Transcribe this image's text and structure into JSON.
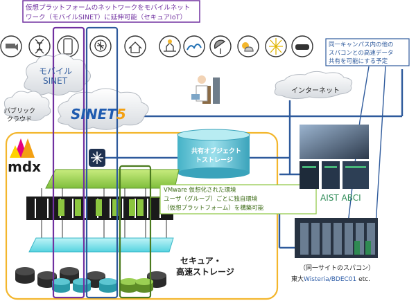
{
  "header": {
    "line1": "仮想プラットフォームのネットワークをモバイルネット",
    "line2": "ワーク（モバイルSINET）に延伸可能（セキュアIoT）"
  },
  "mobile_sinet": {
    "line1": "モバイル",
    "line2": "SINET"
  },
  "public_cloud": {
    "line1": "パブリック",
    "line2": "クラウド"
  },
  "internet": {
    "label": "インターネット"
  },
  "sinet5": {
    "logo_prefix": "SINET",
    "logo_suffix": "5"
  },
  "campus_note": {
    "line1": "同一キャンパス内の他の",
    "line2": "スパコンとの高速データ",
    "line3": "共有を可能にする予定"
  },
  "mdx": {
    "logo": "mdx"
  },
  "object_storage": {
    "line1": "共有オブジェクト",
    "line2": "トストレージ"
  },
  "vmware_note": {
    "line1": "VMware 仮想化された環境",
    "line2": "ユーザ（グループ）ごとに独自環境",
    "line3": "（仮想プラットフォーム）を構築可能"
  },
  "secure_storage": {
    "line1": "セキュア・",
    "line2": "高速ストレージ"
  },
  "aist": {
    "label": "AIST ABCI"
  },
  "same_site": {
    "line1": "（同一サイトのスパコン）",
    "line2_prefix": "東大",
    "line2_highlight": "Wisteria/BDEC01",
    "line2_suffix": " etc."
  },
  "icons": [
    "cctv-icon",
    "dna-icon",
    "smartphone-icon",
    "brain-icon",
    "house-icon",
    "farm-icon",
    "wave-icon",
    "satellite-dish-icon",
    "weather-icon",
    "city-map-icon",
    "car-icon"
  ],
  "colors": {
    "purple": "#7030a0",
    "blue": "#2e5a9c",
    "green": "#4a7a1e",
    "yellow": "#f3b62c",
    "wisteria": "#2f5ea8"
  }
}
